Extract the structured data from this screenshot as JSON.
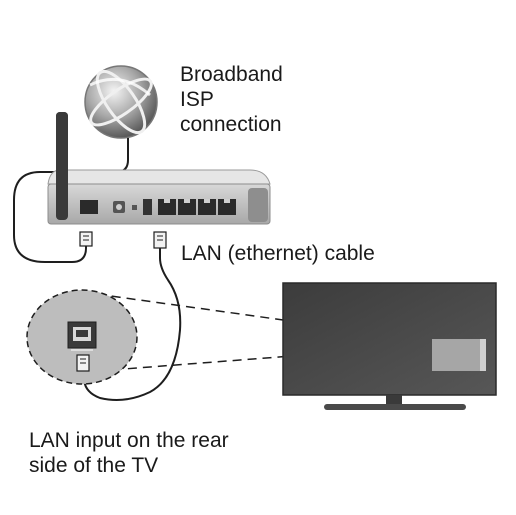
{
  "labels": {
    "isp": [
      "Broadband",
      "ISP",
      "connection"
    ],
    "cable": "LAN (ethernet) cable",
    "rear": [
      "LAN input on the rear",
      "side of the TV"
    ]
  },
  "icons": {
    "internet": "globe-icon",
    "router": "router-icon",
    "tv": "television-icon",
    "plug": "rj45-plug-icon"
  },
  "colors": {
    "line": "#1e1e1e",
    "device_grey": "#b8b8b8",
    "dark_grey": "#3a3a3a",
    "tv_screen": "#4a4a4a",
    "zoom_fill": "#bdbdbd"
  }
}
